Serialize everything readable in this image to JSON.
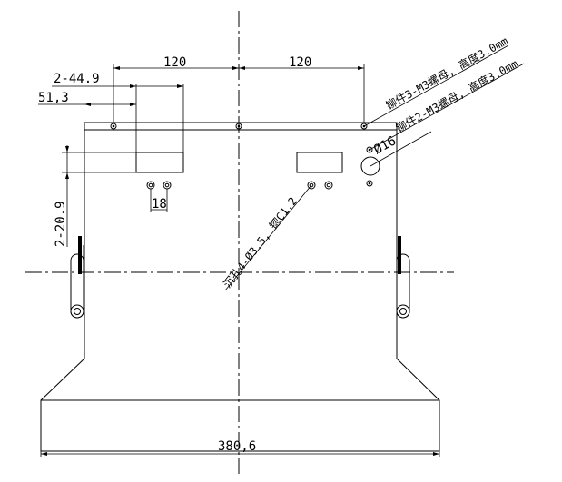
{
  "dimensions": {
    "left_spacing": "120",
    "right_spacing": "120",
    "slot_width": "2-44.9",
    "slot_offset": "51,3",
    "slot_height": "2-20.9",
    "hole_pitch": "18",
    "overall_width": "380,6",
    "hole_diameter": "Ø16"
  },
  "notes": {
    "top_holes": "铆件3-M3螺母, 高度3.0mm",
    "side_holes": "铆件2-M3螺母, 高度3.0mm",
    "countersunk": "沉孔4-Ø3.5, 锪C1.2"
  }
}
